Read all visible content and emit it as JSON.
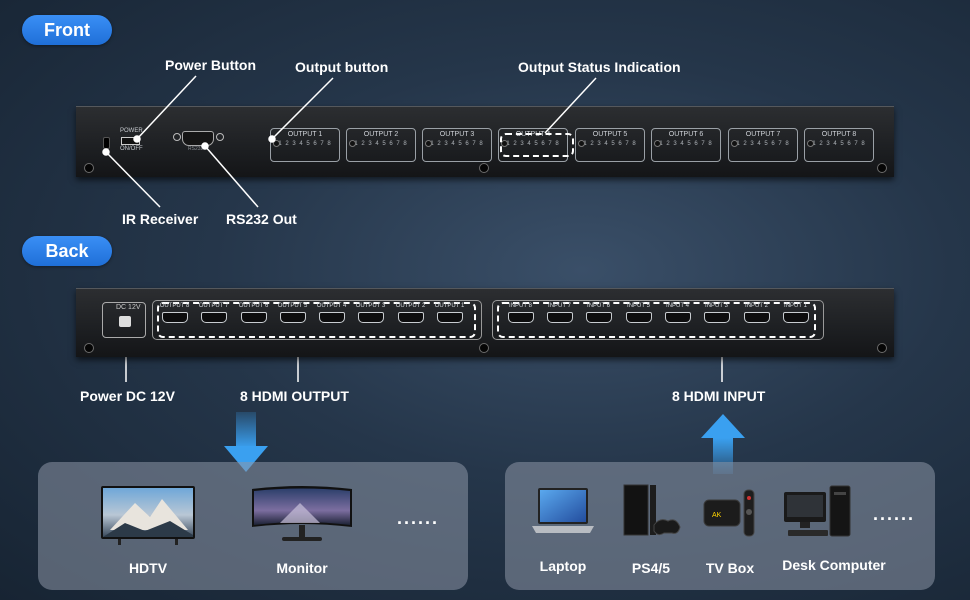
{
  "sections": {
    "front": "Front",
    "back": "Back"
  },
  "front": {
    "power_switch_top": "POWER",
    "power_switch_bottom": "ON/OFF",
    "rs232_small": "RS232",
    "outputs": [
      {
        "label": "OUTPUT 1",
        "numbers": "1 2 3 4 5 6 7 8"
      },
      {
        "label": "OUTPUT 2",
        "numbers": "1 2 3 4 5 6 7 8"
      },
      {
        "label": "OUTPUT 3",
        "numbers": "1 2 3 4 5 6 7 8"
      },
      {
        "label": "OUTPUT 4",
        "numbers": "1 2 3 4 5 6 7 8"
      },
      {
        "label": "OUTPUT 5",
        "numbers": "1 2 3 4 5 6 7 8"
      },
      {
        "label": "OUTPUT 6",
        "numbers": "1 2 3 4 5 6 7 8"
      },
      {
        "label": "OUTPUT 7",
        "numbers": "1 2 3 4 5 6 7 8"
      },
      {
        "label": "OUTPUT 8",
        "numbers": "1 2 3 4 5 6 7 8"
      }
    ]
  },
  "callouts": {
    "power_button": "Power Button",
    "output_button": "Output button",
    "output_status": "Output Status Indication",
    "ir_receiver": "IR Receiver",
    "rs232_out": "RS232 Out",
    "power_dc": "Power DC 12V",
    "hdmi_output": "8 HDMI OUTPUT",
    "hdmi_input": "8 HDMI INPUT"
  },
  "back": {
    "dc_label": "DC 12V",
    "output_ports": [
      "OUTPUT 8",
      "OUTPUT 7",
      "OUTPUT 6",
      "OUTPUT 5",
      "OUTPUT 4",
      "OUTPUT 3",
      "OUTPUT 2",
      "OUTPUT 1"
    ],
    "input_ports": [
      "INPUT 8",
      "INPUT 7",
      "INPUT 6",
      "INPUT 5",
      "INPUT 4",
      "INPUT 3",
      "INPUT 2",
      "INPUT 1"
    ]
  },
  "output_devices": {
    "hdtv": "HDTV",
    "monitor": "Monitor",
    "more": "......"
  },
  "input_devices": {
    "laptop": "Laptop",
    "ps45": "PS4/5",
    "tvbox": "TV Box",
    "desk_computer": "Desk Computer",
    "more": "......"
  },
  "colors": {
    "accent_blue": "#2b7fe8",
    "arrow_blue": "#3aa0f0"
  }
}
